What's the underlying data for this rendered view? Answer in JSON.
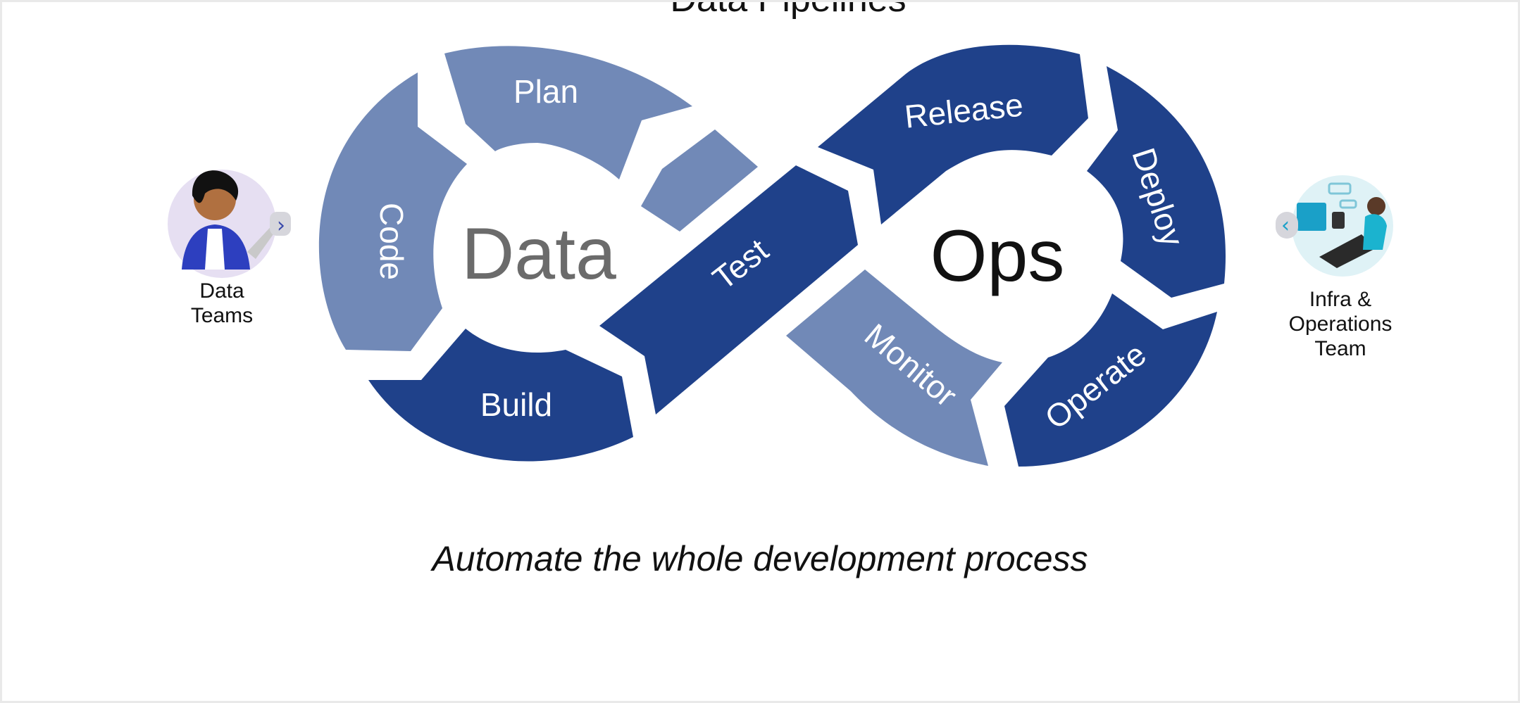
{
  "title": "Data Pipelines",
  "diagram": {
    "left_word": "Data",
    "right_word": "Ops",
    "stages": {
      "plan": "Plan",
      "code": "Code",
      "build": "Build",
      "test": "Test",
      "release": "Release",
      "deploy": "Deploy",
      "operate": "Operate",
      "monitor": "Monitor"
    },
    "colors": {
      "dark": "#1f418a",
      "light": "#7189b7",
      "left_word": "#6b6b6b",
      "right_word": "#111111"
    }
  },
  "personas": {
    "left": {
      "line1": "Data",
      "line2": "Teams"
    },
    "right": {
      "line1": "Infra &",
      "line2": "Operations",
      "line3": "Team"
    }
  },
  "tagline": "Automate the whole development process"
}
